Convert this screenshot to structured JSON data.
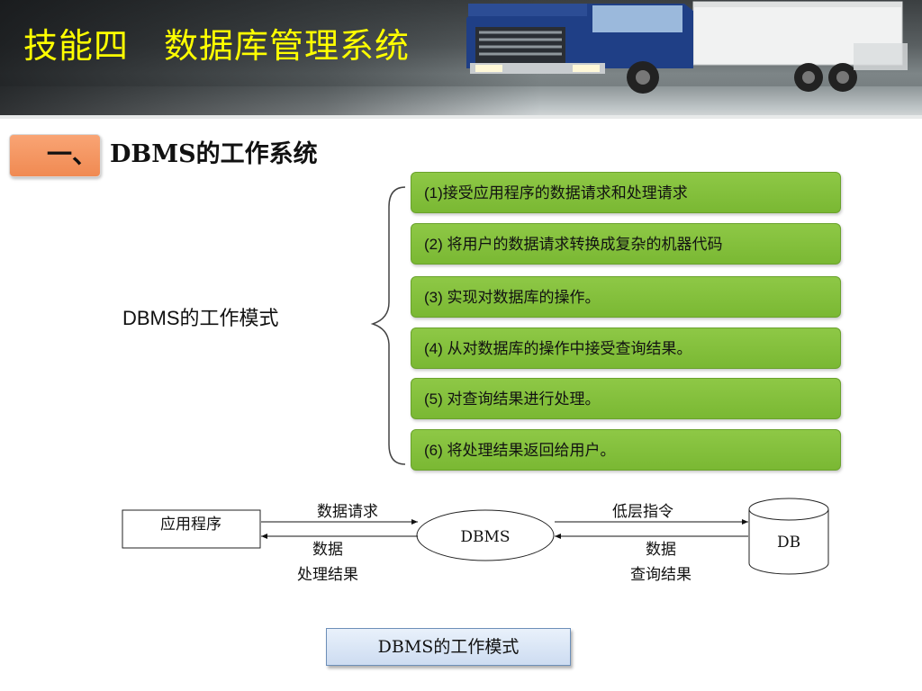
{
  "slide": {
    "title": "技能四　数据库管理系统",
    "section": {
      "number": "一、",
      "title": "DBMS的工作系统"
    }
  },
  "mode_label": "DBMS的工作模式",
  "steps": [
    "(1)接受应用程序的数据请求和处理请求",
    "(2) 将用户的数据请求转换成复杂的机器代码",
    "(3) 实现对数据库的操作。",
    "(4) 从对数据库的操作中接受查询结果。",
    "(5) 对查询结果进行处理。",
    "(6) 将处理结果返回给用户。"
  ],
  "diagram": {
    "app_box": "应用程序",
    "dbms": "DBMS",
    "db": "DB",
    "request_label": "数据请求",
    "result_label_line1": "数据",
    "result_label_line2": "处理结果",
    "instruction_label": "低层指令",
    "query_label_line1": "数据",
    "query_label_line2": "查询结果"
  },
  "caption": "DBMS的工作模式",
  "colors": {
    "title": "#ffff00",
    "step_fill": "#82bd3a",
    "section_fill": "#f3935b",
    "caption_fill": "#dbe6f5"
  }
}
